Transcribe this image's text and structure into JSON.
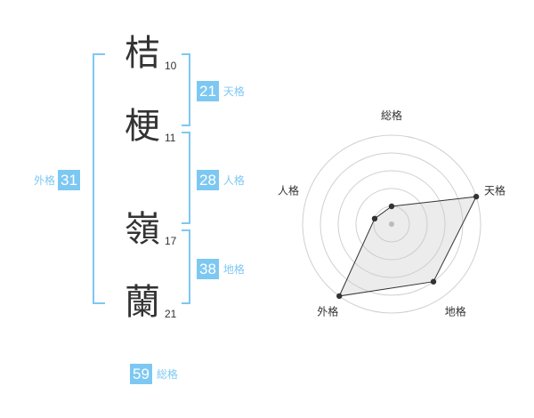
{
  "name": {
    "chars": [
      {
        "kanji": "桔",
        "strokes": "10"
      },
      {
        "kanji": "梗",
        "strokes": "11"
      },
      {
        "kanji": "嶺",
        "strokes": "17"
      },
      {
        "kanji": "蘭",
        "strokes": "21"
      }
    ]
  },
  "kaku": {
    "tenkaku": {
      "value": "21",
      "label": "天格"
    },
    "jinkaku": {
      "value": "28",
      "label": "人格"
    },
    "chikaku": {
      "value": "38",
      "label": "地格"
    },
    "gaikaku": {
      "value": "31",
      "label": "外格"
    },
    "soukaku": {
      "value": "59",
      "label": "総格"
    }
  },
  "colors": {
    "accent": "#7dc8f2",
    "text": "#333333",
    "grid": "#d0d0d0"
  },
  "chart_data": {
    "type": "radar",
    "axes": [
      "総格",
      "天格",
      "地格",
      "外格",
      "人格"
    ],
    "rings": 5,
    "values": [
      1,
      5,
      4,
      5,
      1
    ],
    "max": 5
  }
}
